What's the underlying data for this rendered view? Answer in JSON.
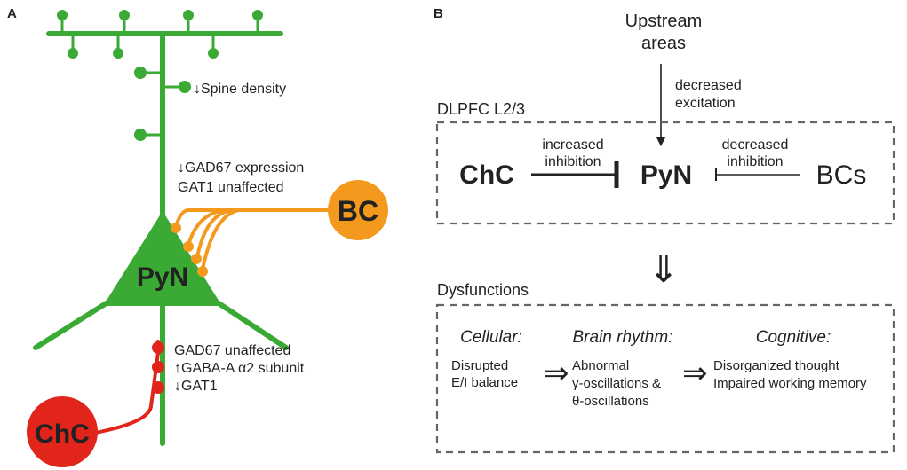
{
  "panel_a": {
    "label": "A",
    "colors": {
      "pyramidal": "#3aaa35",
      "basket": "#f39a1e",
      "chandelier": "#e1251b"
    },
    "spine_density": {
      "arrow": "↓",
      "text": "Spine density"
    },
    "bc_terminal": {
      "line1": "↓GAD67 expression",
      "line2": "GAT1 unaffected"
    },
    "pyn_label": "PyN",
    "bc_label": "BC",
    "chc_label": "ChC",
    "chc_terminal": {
      "line1": "GAD67 unaffected",
      "line2_arrow": "↑",
      "line2_text": "GABA-A α2 subunit",
      "line3_arrow": "↓",
      "line3_text": "GAT1"
    }
  },
  "panel_b": {
    "label": "B",
    "upstream": {
      "line1": "Upstream",
      "line2": "areas"
    },
    "excitation": {
      "line1": "decreased",
      "line2": "excitation"
    },
    "dlpfc_title": "DLPFC L2/3",
    "chc": "ChC",
    "pyn": "PyN",
    "bcs": "BCs",
    "increased_inhibition": {
      "line1": "increased",
      "line2": "inhibition"
    },
    "decreased_inhibition": {
      "line1": "decreased",
      "line2": "inhibition"
    },
    "double_arrow": "⇓",
    "dysfunctions_title": "Dysfunctions",
    "implies": "⇒",
    "cellular": {
      "title": "Cellular:",
      "line1": "Disrupted",
      "line2": "E/I balance"
    },
    "brain_rhythm": {
      "title": "Brain rhythm:",
      "line1": "Abnormal",
      "line2": "γ-oscillations &",
      "line3": "θ-oscillations"
    },
    "cognitive": {
      "title": "Cognitive:",
      "line1": "Disorganized thought",
      "line2": "Impaired working memory"
    }
  }
}
